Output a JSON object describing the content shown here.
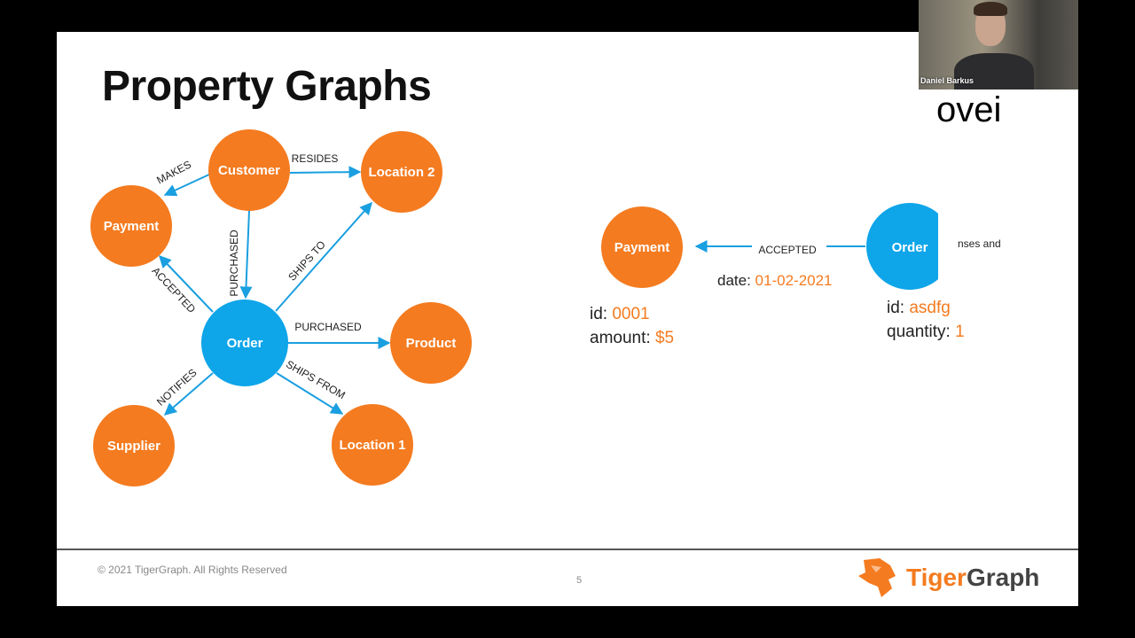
{
  "slide": {
    "title": "Property Graphs",
    "page_number": "5",
    "copyright": "© 2021 TigerGraph. All Rights Reserved",
    "logo": {
      "tiger": "Tiger",
      "graph": "Graph"
    },
    "partial_title": "ovei",
    "partial_text": "nses and"
  },
  "colors": {
    "vertex_orange": "#f47b20",
    "vertex_blue": "#0ea5e9",
    "edge": "#1a9fe0"
  },
  "graph": {
    "nodes": {
      "customer": "Customer",
      "location2": "Location 2",
      "payment": "Payment",
      "order": "Order",
      "product": "Product",
      "supplier": "Supplier",
      "location1": "Location 1"
    },
    "edges": {
      "makes": "MAKES",
      "resides": "RESIDES",
      "purchased_customer": "PURCHASED",
      "ships_to": "SHIPS TO",
      "accepted": "ACCEPTED",
      "purchased_product": "PURCHASED",
      "notifies": "NOTIFIES",
      "ships_from": "SHIPS FROM"
    }
  },
  "example": {
    "payment": {
      "label": "Payment",
      "id_key": "id: ",
      "id_val": "0001",
      "amount_key": "amount: ",
      "amount_val": "$5"
    },
    "edge": {
      "label": "ACCEPTED",
      "date_key": "date: ",
      "date_val": "01-02-2021"
    },
    "order": {
      "label": "Order",
      "id_key": "id: ",
      "id_val": "asdfg",
      "qty_key": "quantity: ",
      "qty_val": "1"
    }
  },
  "webcam": {
    "name": "Daniel Barkus"
  }
}
